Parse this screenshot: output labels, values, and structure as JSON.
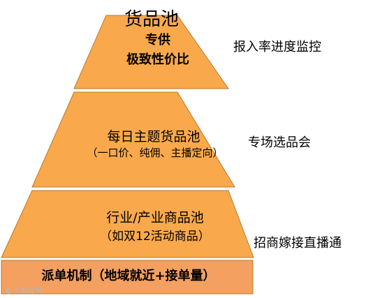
{
  "colors": {
    "tier_fill": "#f9a94b",
    "base_fill": "#f4a060",
    "edge": "#b77a2c"
  },
  "pyramid": {
    "title": "货品池",
    "tier1": {
      "line1": "专供",
      "line2": "极致性价比"
    },
    "tier2": {
      "line1": "每日主题货品池",
      "line2": "（一口价、纯佣、主播定向）"
    },
    "tier3": {
      "line1": "行业/产业商品池",
      "line2": "（如双12活动商品）"
    },
    "base": "派单机制（地域就近+接单量）"
  },
  "side_labels": {
    "tier1": "报入率进度监控",
    "tier2": "专场选品会",
    "tier3": "招商嫁接直播通"
  },
  "watermark": "大数跨境"
}
